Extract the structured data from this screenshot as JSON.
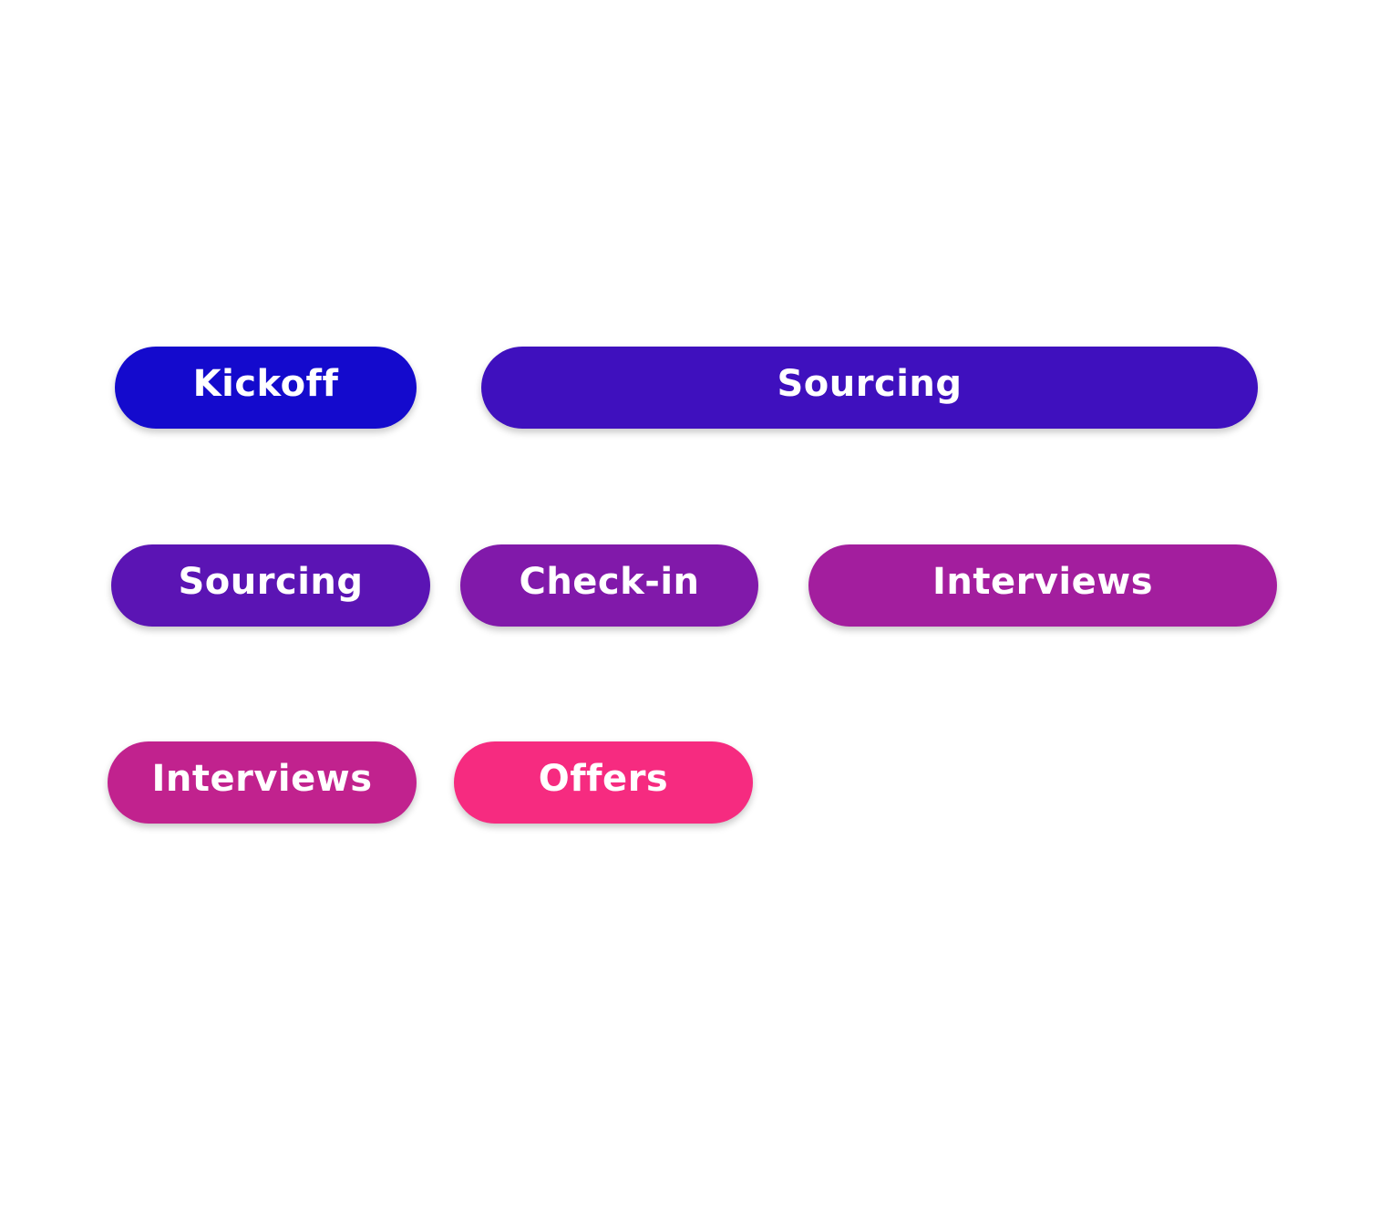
{
  "stages": [
    {
      "label": "Kickoff",
      "color": "#140ACD"
    },
    {
      "label": "Sourcing",
      "color": "#3F10BE"
    },
    {
      "label": "Sourcing",
      "color": "#5B14B4"
    },
    {
      "label": "Check-in",
      "color": "#8119AA"
    },
    {
      "label": "Interviews",
      "color": "#A31E9E"
    },
    {
      "label": "Interviews",
      "color": "#C1228E"
    },
    {
      "label": "Offers",
      "color": "#F62B80"
    }
  ]
}
